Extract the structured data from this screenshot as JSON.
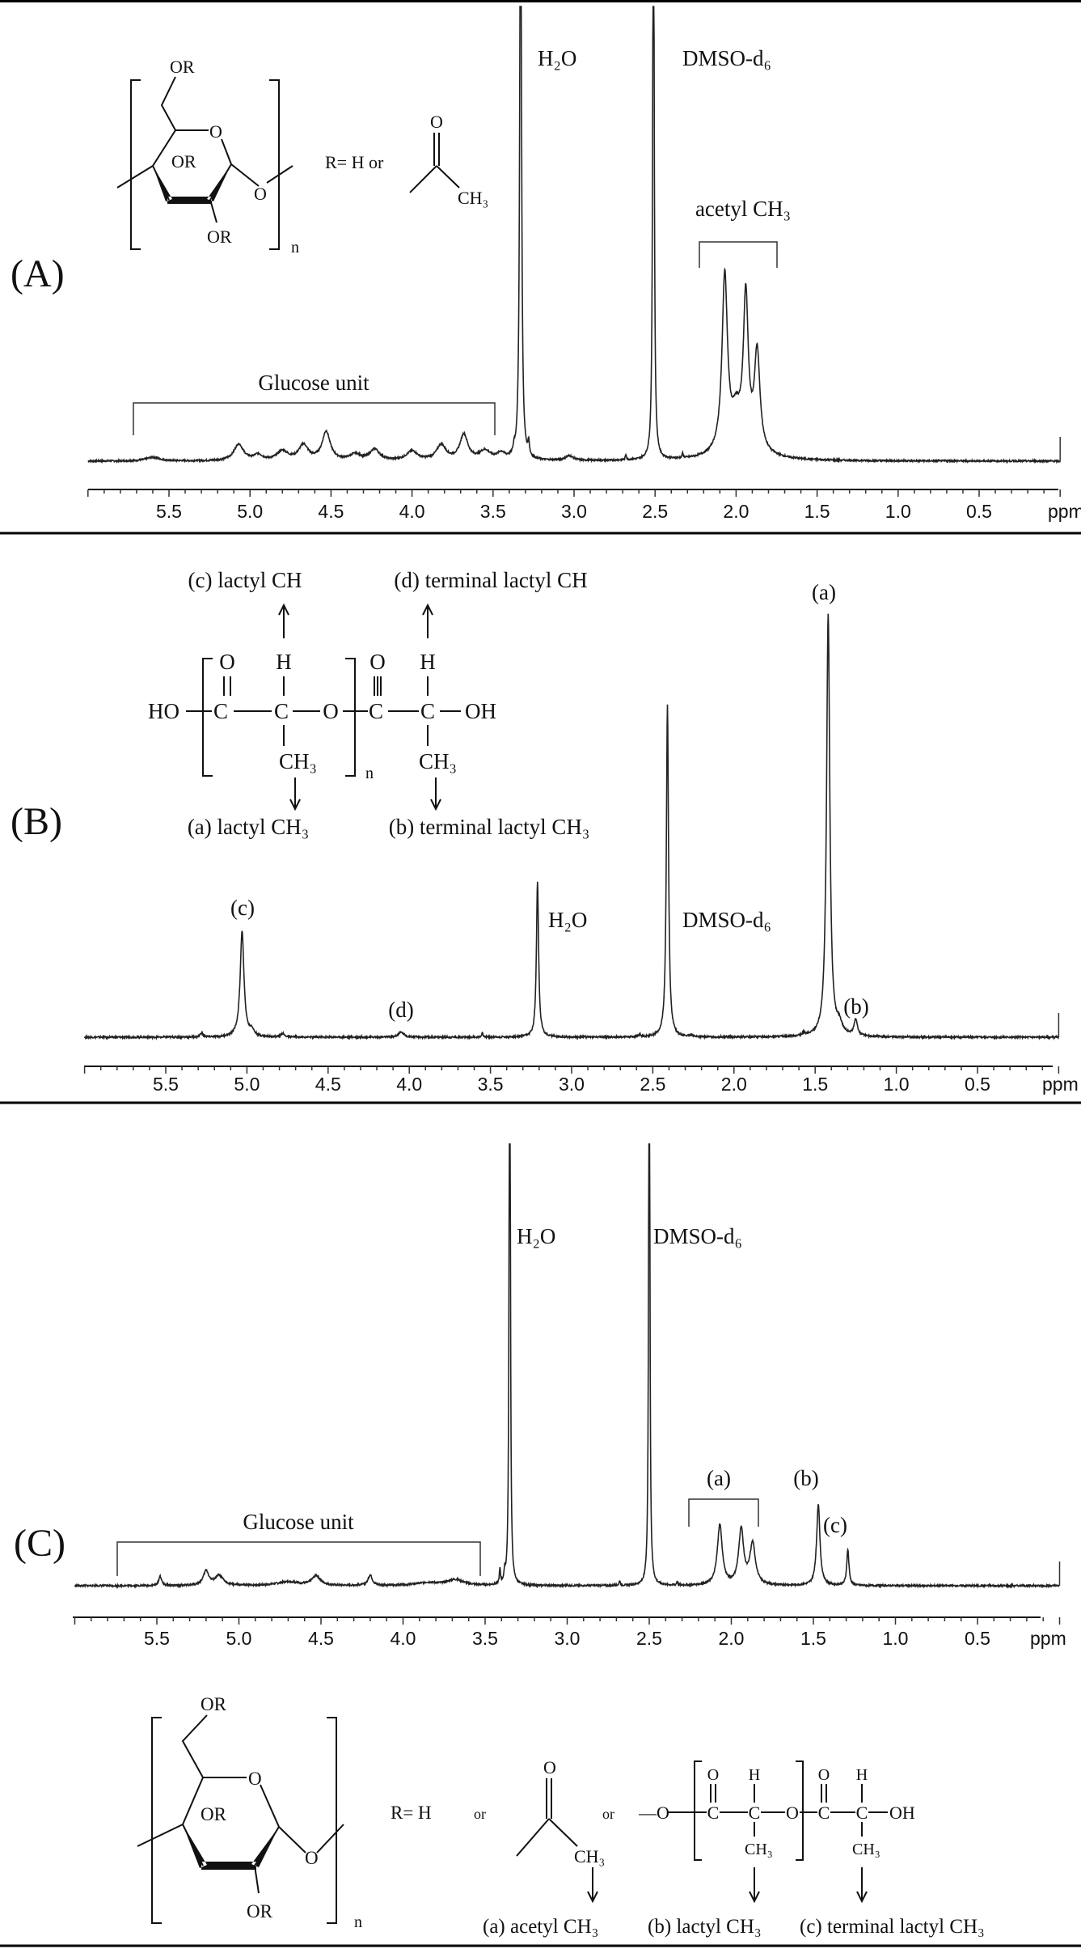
{
  "structures": {
    "glucose": {
      "or_top": "OR",
      "or_mid": "OR",
      "or_bottom": "OR",
      "ring_o": "O",
      "glyco_o": "O",
      "n": "n"
    },
    "panel_a": {
      "r_def": "R=  H or",
      "carbonyl_o": "O",
      "methyl": "CH₃"
    },
    "panel_b": {
      "label_c": "(c) lactyl CH",
      "label_d": "(d) terminal lactyl CH",
      "label_a": "(a) lactyl CH₃",
      "label_b": "(b) terminal lactyl CH₃",
      "ho": "HO",
      "oh": "OH",
      "o": "O",
      "h": "H",
      "c": "C",
      "ch3": "CH₃",
      "n": "n"
    },
    "panel_c": {
      "r_def": "R=  H",
      "or1": "or",
      "or2": "or",
      "carbonyl_o": "O",
      "methyl": "CH₃",
      "dash_o": "—O",
      "o": "O",
      "h": "H",
      "c": "C",
      "oh": "OH",
      "ch3": "CH₃",
      "label_a": "(a) acetyl CH₃",
      "label_b": "(b) lactyl CH₃",
      "label_c": "(c) terminal lactyl CH₃"
    }
  },
  "chart_data": [
    {
      "type": "line",
      "panel_label": "(A)",
      "xlabel": "ppm",
      "xlim": [
        6.0,
        0.0
      ],
      "xticks": [
        "5.5",
        "5.0",
        "4.5",
        "4.0",
        "3.5",
        "3.0",
        "2.5",
        "2.0",
        "1.5",
        "1.0",
        "0.5"
      ],
      "annotations": {
        "h2o": "H₂O",
        "dmso": "DMSO-d₆",
        "acetyl": "acetyl CH₃",
        "glucose": "Glucose unit"
      },
      "brackets": [
        {
          "label": "Glucose unit",
          "from_ppm": 5.72,
          "to_ppm": 3.47
        },
        {
          "label": "acetyl CH₃",
          "from_ppm": 2.22,
          "to_ppm": 1.74
        }
      ],
      "peaks": [
        {
          "ppm": 3.33,
          "intensity": 150,
          "width": 0.006
        },
        {
          "ppm": 3.28,
          "intensity": 3,
          "width": 0.005
        },
        {
          "ppm": 3.37,
          "intensity": 1.5,
          "width": 0.005
        },
        {
          "ppm": 2.51,
          "intensity": 150,
          "width": 0.005
        },
        {
          "ppm": 2.68,
          "intensity": 1.2,
          "width": 0.004
        },
        {
          "ppm": 2.33,
          "intensity": 1,
          "width": 0.004
        },
        {
          "ppm": 2.07,
          "intensity": 38,
          "width": 0.02
        },
        {
          "ppm": 1.94,
          "intensity": 32,
          "width": 0.018
        },
        {
          "ppm": 1.87,
          "intensity": 21,
          "width": 0.02
        },
        {
          "ppm": 2.0,
          "intensity": 6,
          "width": 0.03
        },
        {
          "ppm": 1.97,
          "intensity": 3,
          "width": 0.12
        },
        {
          "ppm": 5.6,
          "intensity": 0.8,
          "width": 0.05
        },
        {
          "ppm": 5.07,
          "intensity": 3.6,
          "width": 0.035
        },
        {
          "ppm": 4.95,
          "intensity": 1.2,
          "width": 0.03
        },
        {
          "ppm": 4.8,
          "intensity": 2,
          "width": 0.04
        },
        {
          "ppm": 4.67,
          "intensity": 3.3,
          "width": 0.035
        },
        {
          "ppm": 4.53,
          "intensity": 6.2,
          "width": 0.03
        },
        {
          "ppm": 4.35,
          "intensity": 1.3,
          "width": 0.04
        },
        {
          "ppm": 4.23,
          "intensity": 2.4,
          "width": 0.035
        },
        {
          "ppm": 4.0,
          "intensity": 2,
          "width": 0.04
        },
        {
          "ppm": 3.82,
          "intensity": 3.3,
          "width": 0.035
        },
        {
          "ppm": 3.68,
          "intensity": 5.5,
          "width": 0.03
        },
        {
          "ppm": 3.55,
          "intensity": 2,
          "width": 0.04
        },
        {
          "ppm": 3.45,
          "intensity": 1.4,
          "width": 0.03
        },
        {
          "ppm": 3.03,
          "intensity": 1,
          "width": 0.03
        }
      ]
    },
    {
      "type": "line",
      "panel_label": "(B)",
      "xlabel": "ppm",
      "xlim": [
        6.0,
        0.0
      ],
      "xticks": [
        "5.5",
        "5.0",
        "4.5",
        "4.0",
        "3.5",
        "3.0",
        "2.5",
        "2.0",
        "1.5",
        "1.0",
        "0.5"
      ],
      "annotations": {
        "a": "(a)",
        "b": "(b)",
        "c": "(c)",
        "d": "(d)",
        "h2o": "H₂O",
        "dmso": "DMSO-d₆"
      },
      "peaks": [
        {
          "ppm": 1.42,
          "intensity": 84,
          "width": 0.012
        },
        {
          "ppm": 1.35,
          "intensity": 2,
          "width": 0.02
        },
        {
          "ppm": 1.25,
          "intensity": 3.3,
          "width": 0.012
        },
        {
          "ppm": 2.41,
          "intensity": 66,
          "width": 0.008
        },
        {
          "ppm": 3.21,
          "intensity": 31,
          "width": 0.008
        },
        {
          "ppm": 5.03,
          "intensity": 21,
          "width": 0.014
        },
        {
          "ppm": 4.97,
          "intensity": 1.2,
          "width": 0.015
        },
        {
          "ppm": 4.05,
          "intensity": 1,
          "width": 0.02
        },
        {
          "ppm": 5.28,
          "intensity": 0.8,
          "width": 0.01
        },
        {
          "ppm": 4.78,
          "intensity": 0.7,
          "width": 0.012
        },
        {
          "ppm": 3.55,
          "intensity": 0.9,
          "width": 0.005
        },
        {
          "ppm": 2.58,
          "intensity": 0.5,
          "width": 0.006
        },
        {
          "ppm": 2.26,
          "intensity": 0.4,
          "width": 0.006
        },
        {
          "ppm": 1.57,
          "intensity": 0.6,
          "width": 0.008
        }
      ]
    },
    {
      "type": "line",
      "panel_label": "(C)",
      "xlabel": "ppm",
      "xlim": [
        6.0,
        0.0
      ],
      "xticks": [
        "5.5",
        "5.0",
        "4.5",
        "4.0",
        "3.5",
        "3.0",
        "2.5",
        "2.0",
        "1.5",
        "1.0",
        "0.5"
      ],
      "annotations": {
        "a": "(a)",
        "b": "(b)",
        "c": "(c)",
        "h2o": "H₂O",
        "dmso": "DMSO-d₆",
        "glucose": "Glucose unit"
      },
      "brackets": [
        {
          "label": "Glucose unit",
          "from_ppm": 5.72,
          "to_ppm": 3.47
        },
        {
          "label": "(a)",
          "from_ppm": 2.18,
          "to_ppm": 1.76
        }
      ],
      "peaks": [
        {
          "ppm": 3.35,
          "intensity": 150,
          "width": 0.004
        },
        {
          "ppm": 3.41,
          "intensity": 3,
          "width": 0.004
        },
        {
          "ppm": 3.38,
          "intensity": 2,
          "width": 0.004
        },
        {
          "ppm": 2.5,
          "intensity": 150,
          "width": 0.004
        },
        {
          "ppm": 2.68,
          "intensity": 1,
          "width": 0.004
        },
        {
          "ppm": 2.33,
          "intensity": 0.8,
          "width": 0.004
        },
        {
          "ppm": 2.07,
          "intensity": 12.5,
          "width": 0.018
        },
        {
          "ppm": 1.94,
          "intensity": 11.5,
          "width": 0.018
        },
        {
          "ppm": 1.87,
          "intensity": 8.5,
          "width": 0.02
        },
        {
          "ppm": 1.47,
          "intensity": 17,
          "width": 0.012
        },
        {
          "ppm": 1.29,
          "intensity": 7.5,
          "width": 0.008
        },
        {
          "ppm": 5.48,
          "intensity": 2,
          "width": 0.01
        },
        {
          "ppm": 5.2,
          "intensity": 3,
          "width": 0.02
        },
        {
          "ppm": 5.12,
          "intensity": 2,
          "width": 0.03
        },
        {
          "ppm": 4.53,
          "intensity": 2,
          "width": 0.03
        },
        {
          "ppm": 4.2,
          "intensity": 2.2,
          "width": 0.015
        },
        {
          "ppm": 3.68,
          "intensity": 1.2,
          "width": 0.06
        },
        {
          "ppm": 4.7,
          "intensity": 0.8,
          "width": 0.08
        },
        {
          "ppm": 3.85,
          "intensity": 0.6,
          "width": 0.08
        }
      ]
    }
  ]
}
